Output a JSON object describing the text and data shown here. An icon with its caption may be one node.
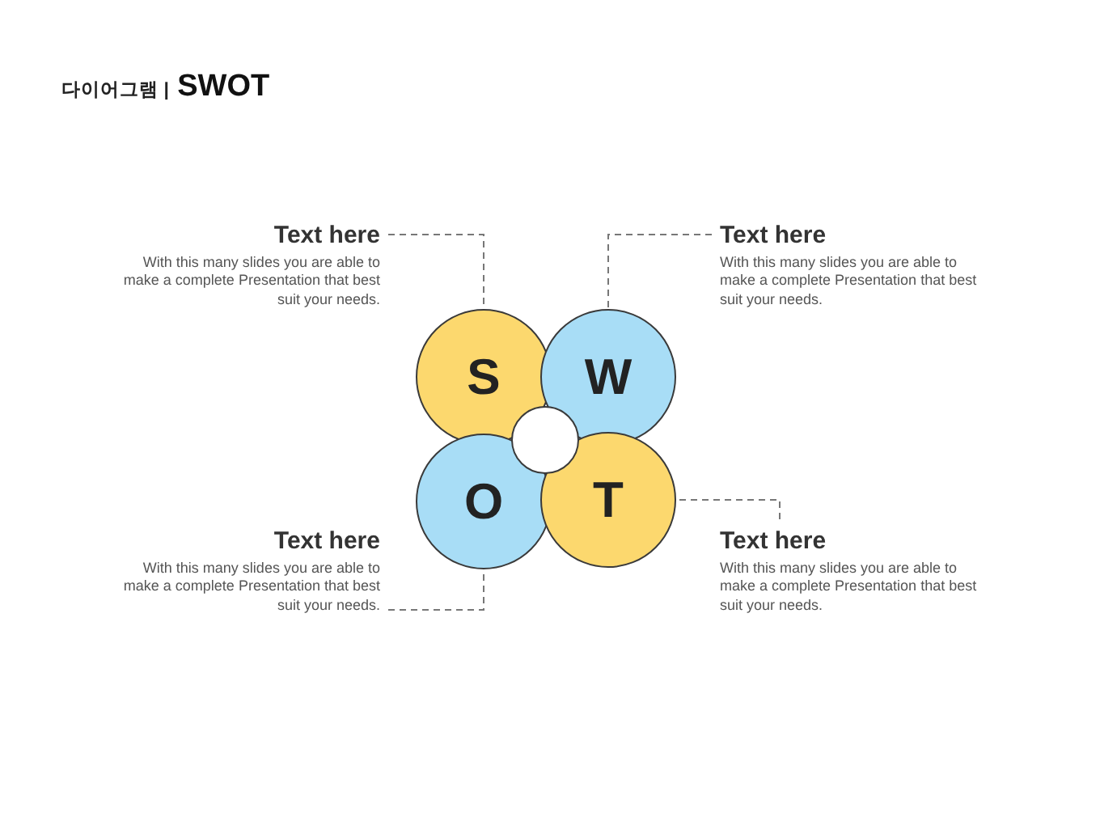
{
  "diagram": {
    "title": "다이어그램 | **SWOT**",
    "nodes": [
      {
        "text": [
          "Text here",
          "With this many slides you are able to make a complete Presentation that best suit your needs."
        ]
      },
      {
        "text": [
          "Text here",
          "With this many slides you are able to make a complete Presentation that best suit your needs."
        ]
      },
      {
        "text": [
          "S"
        ]
      },
      {
        "text": [
          "W"
        ]
      },
      {
        "text": [],
        "shape": "circle"
      },
      {
        "text": [
          "O"
        ]
      },
      {
        "text": [
          "T"
        ]
      },
      {
        "text": [
          "Text here",
          "With this many slides you are able to make a complete Presentation that best suit your needs."
        ]
      },
      {
        "text": [
          "Text here",
          "With this many slides you are able to make a complete Presentation that best suit your needs."
        ]
      }
    ],
    "edges": [
      {
        "from": 0,
        "to": 2,
        "arrow": "none",
        "style": "dashed"
      },
      {
        "from": 1,
        "to": 3,
        "arrow": "none",
        "style": "dashed"
      },
      {
        "from": 7,
        "to": 5,
        "arrow": "none",
        "style": "dashed"
      },
      {
        "from": 8,
        "to": 6,
        "arrow": "none",
        "style": "dashed"
      }
    ]
  }
}
